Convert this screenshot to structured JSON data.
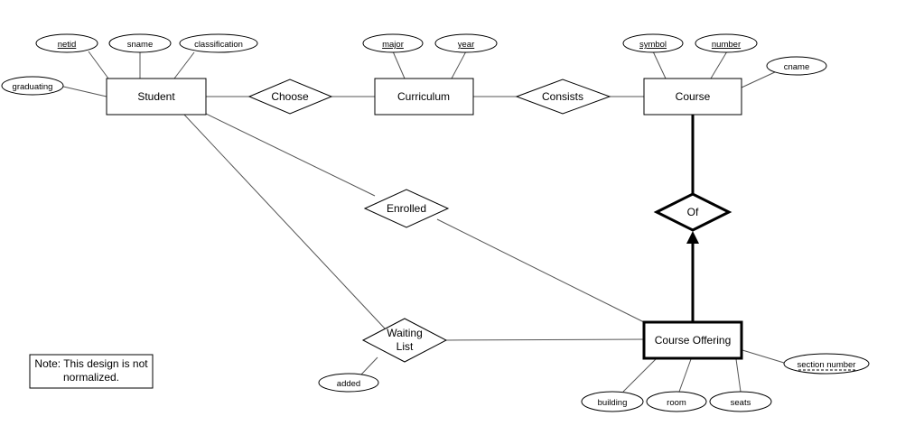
{
  "entities": {
    "student": "Student",
    "curriculum": "Curriculum",
    "course": "Course",
    "course_offering": "Course Offering"
  },
  "relationships": {
    "choose": "Choose",
    "consists": "Consists",
    "enrolled": "Enrolled",
    "of": "Of",
    "waiting_list_line1": "Waiting",
    "waiting_list_line2": "List"
  },
  "attributes": {
    "netid": "netid",
    "sname": "sname",
    "classification": "classification",
    "graduating": "graduating",
    "major": "major",
    "year": "year",
    "symbol": "symbol",
    "number": "number",
    "cname": "cname",
    "added": "added",
    "building": "building",
    "room": "room",
    "seats": "seats",
    "section_number": "section number"
  },
  "note": {
    "line1": "Note: This design is not",
    "line2": "normalized."
  }
}
